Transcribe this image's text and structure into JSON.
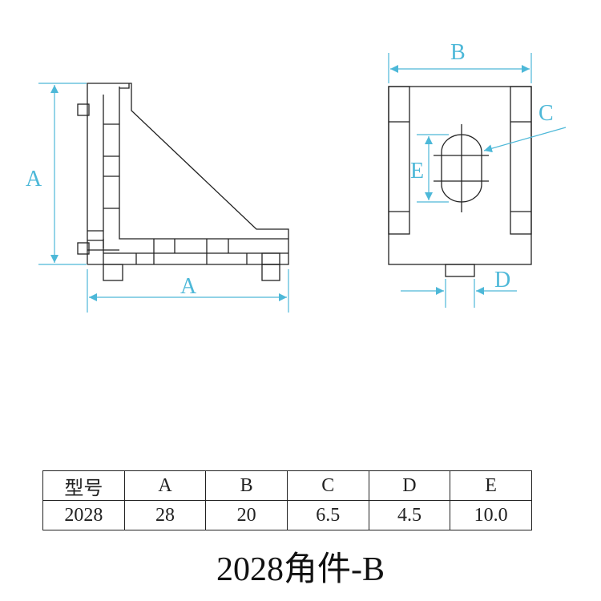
{
  "labels": {
    "dim_a_vertical": "A",
    "dim_a_horizontal": "A",
    "dim_b": "B",
    "dim_c": "C",
    "dim_d": "D",
    "dim_e": "E"
  },
  "colors": {
    "dimension": "#4db8d8",
    "outline": "#222222"
  },
  "table": {
    "headers": [
      "型号",
      "A",
      "B",
      "C",
      "D",
      "E"
    ],
    "rows": [
      [
        "2028",
        "28",
        "20",
        "6.5",
        "4.5",
        "10.0"
      ]
    ]
  },
  "caption": "2028角件-B"
}
